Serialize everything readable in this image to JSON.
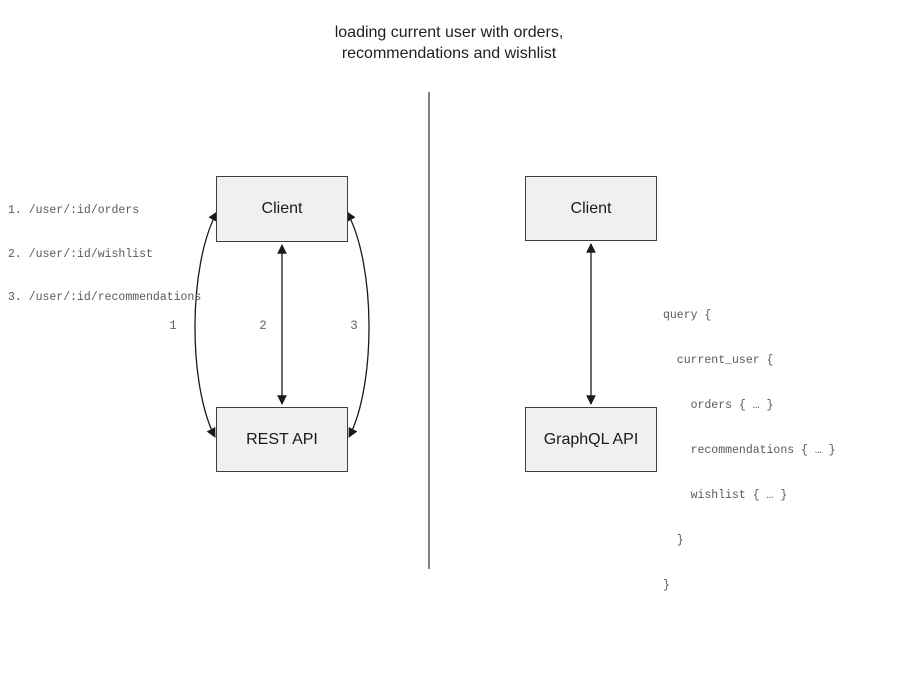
{
  "title": {
    "line1": "loading current user with orders,",
    "line2": "recommendations and wishlist"
  },
  "left_panel": {
    "endpoints": [
      "1. /user/:id/orders",
      "2. /user/:id/wishlist",
      "3. /user/:id/recommendations"
    ],
    "client_label": "Client",
    "api_label": "REST API",
    "arrow_labels": [
      "1",
      "2",
      "3"
    ]
  },
  "right_panel": {
    "client_label": "Client",
    "api_label": "GraphQL API",
    "query_lines": [
      "query {",
      "  current_user {",
      "    orders { … }",
      "    recommendations { … }",
      "    wishlist { … }",
      "  }",
      "}"
    ]
  },
  "colors": {
    "box_fill": "#f0f0f0",
    "box_border": "#3f3f3f",
    "arrow": "#1a1a1a",
    "divider": "#4d4d4d",
    "muted_text": "#595959",
    "label_text": "#666666"
  }
}
